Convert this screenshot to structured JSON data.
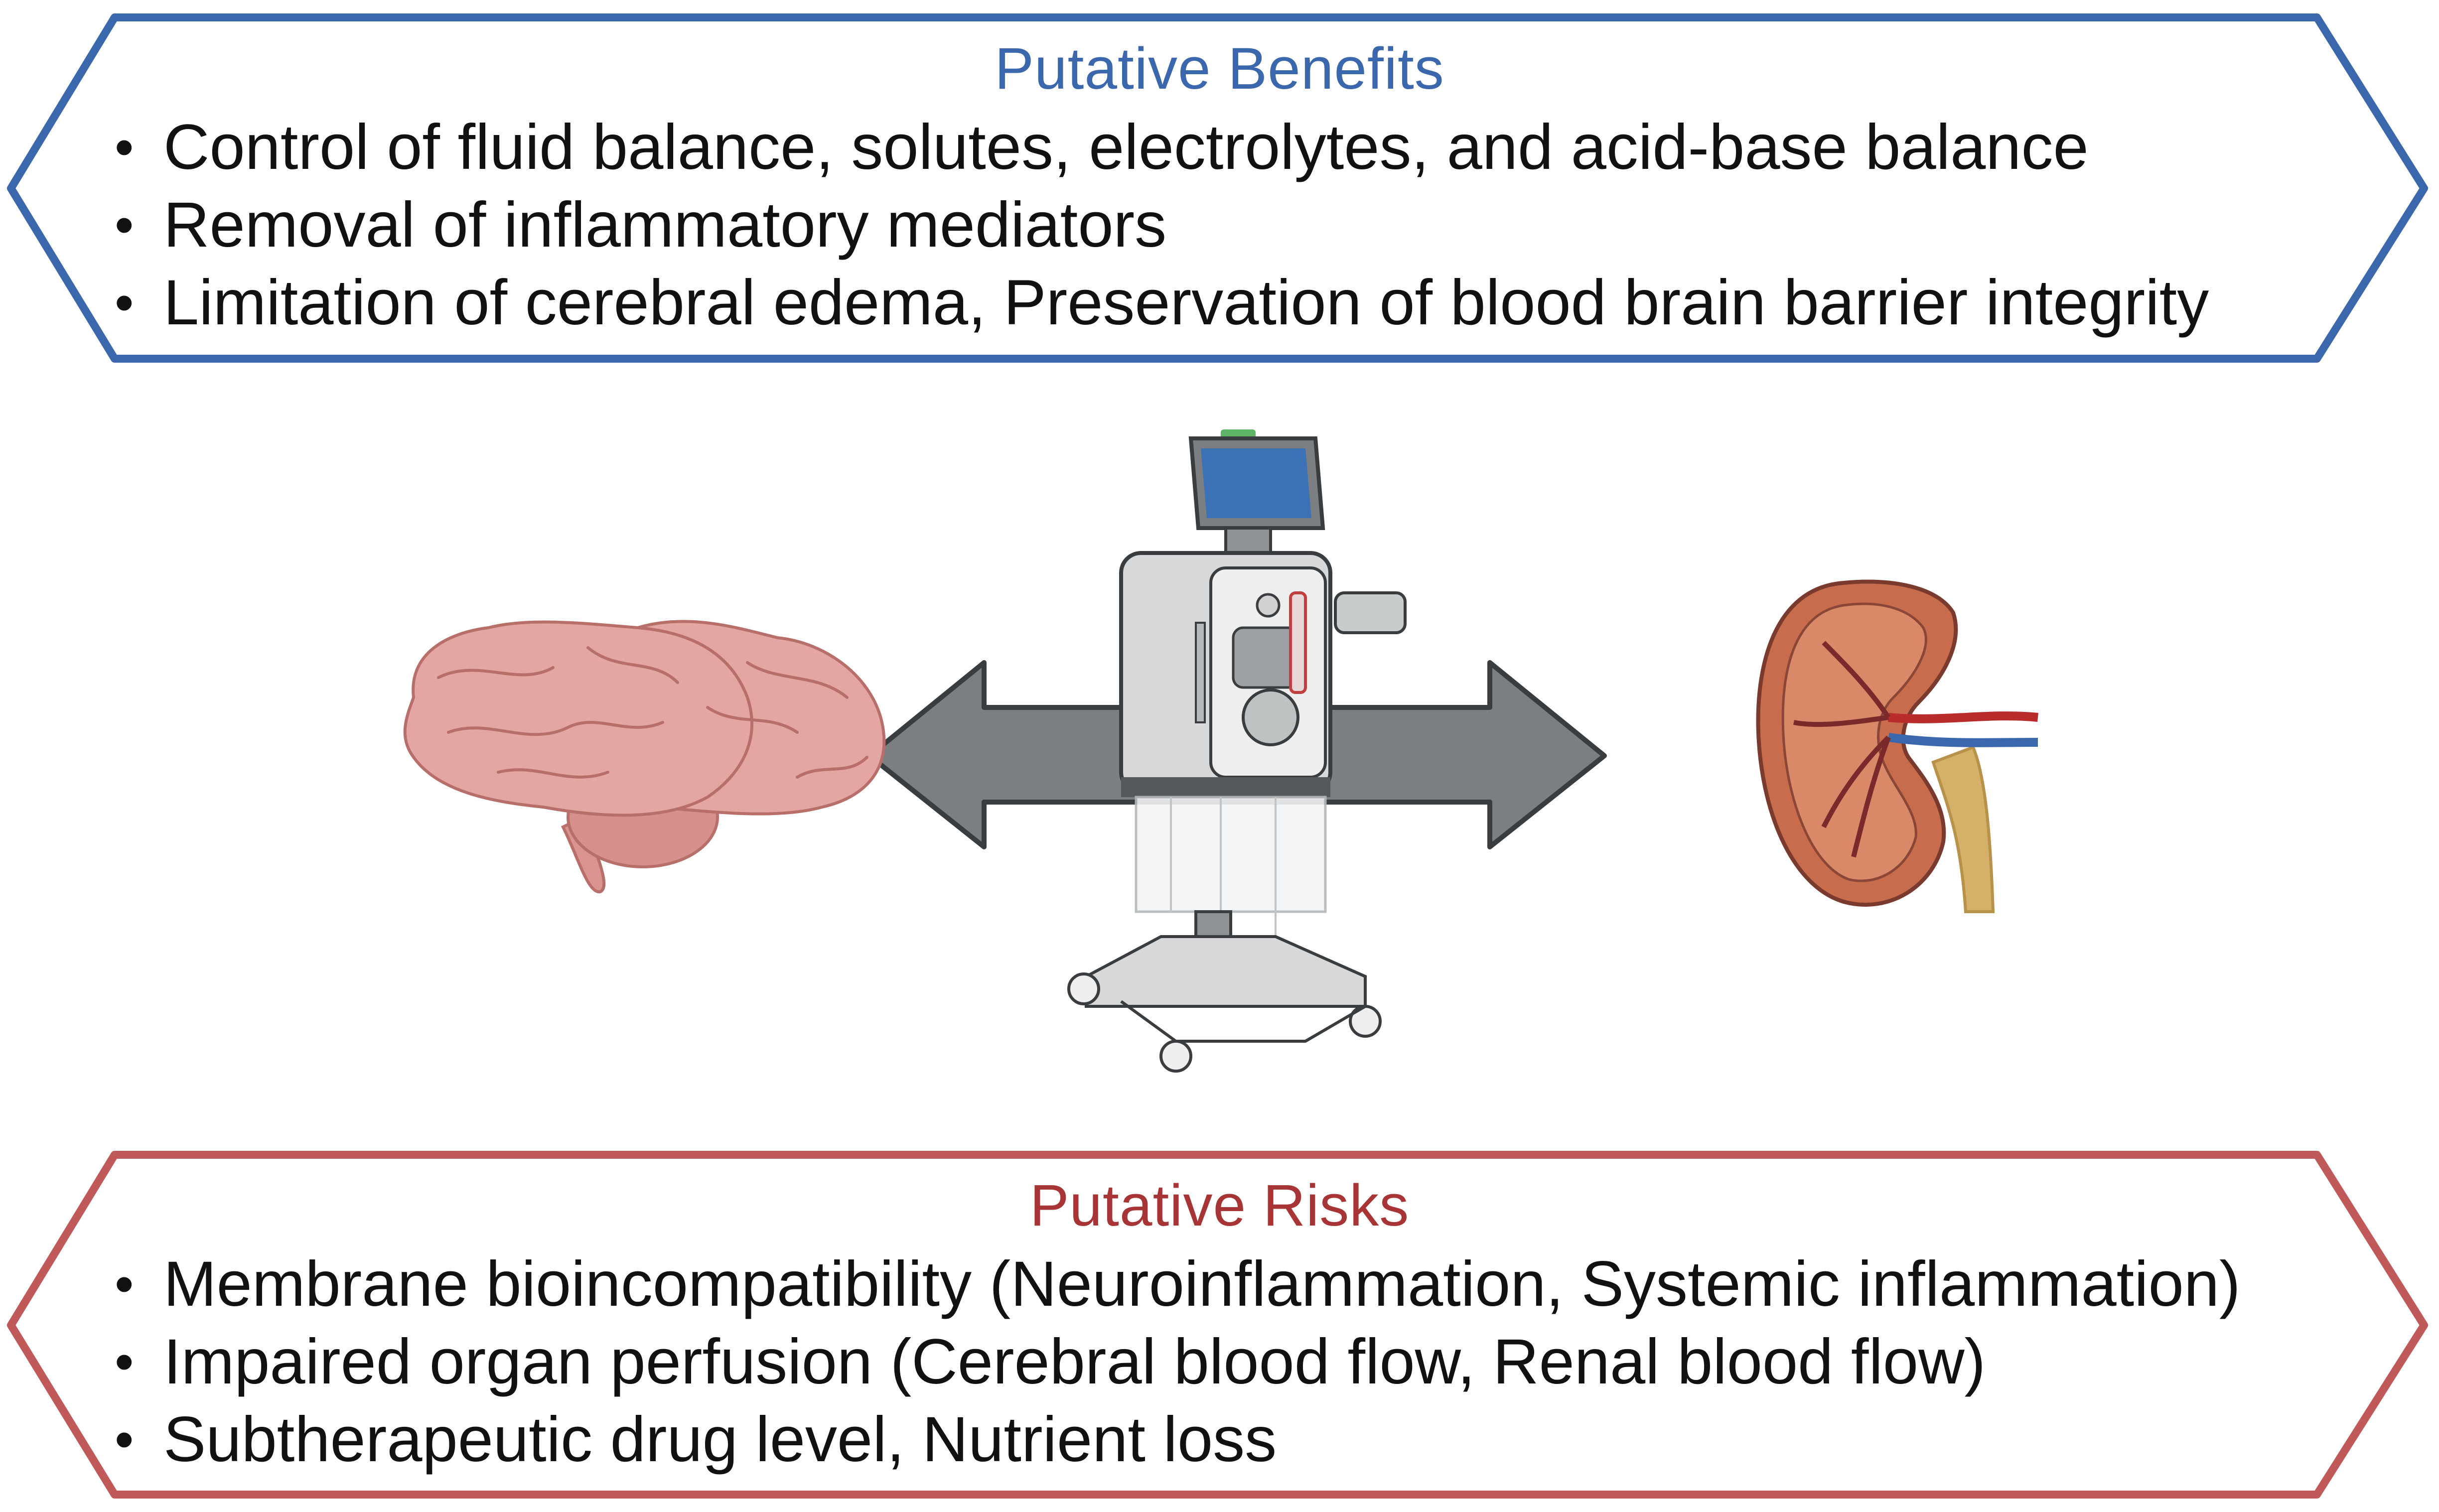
{
  "benefits": {
    "title": "Putative Benefits",
    "items": [
      "Control of fluid balance, solutes, electrolytes, and acid-base balance",
      "Removal of inflammatory mediators",
      "Limitation of cerebral edema, Preservation of blood brain barrier integrity"
    ],
    "color": "#3b67ad"
  },
  "risks": {
    "title": "Putative Risks",
    "items": [
      "Membrane bioincompatibility (Neuroinflammation, Systemic inflammation)",
      "Impaired organ perfusion (Cerebral blood flow, Renal blood flow)",
      "Subtherapeutic drug level, Nutrient loss"
    ],
    "color": "#b03c3c",
    "border_color": "#c05a5a"
  },
  "bullet_symbol": "•",
  "illustrations": {
    "left": "brain-icon",
    "center": "dialysis-machine-icon",
    "right": "kidney-icon",
    "connector": "double-arrow-icon",
    "arrow_color": "#7b7f81"
  }
}
